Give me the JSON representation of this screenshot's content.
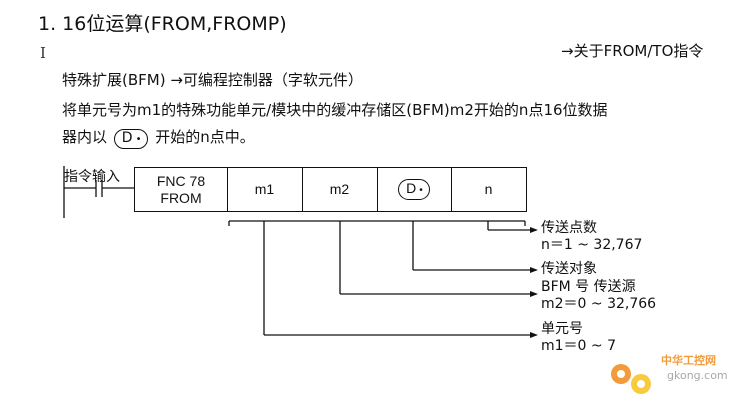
{
  "heading": {
    "title": "1. 16位运算(FROM,FROMP)",
    "reference": "→关于FROM/TO指令",
    "subtitle": "特殊扩展(BFM) →可编程控制器（字软元件）"
  },
  "description": {
    "line1": "将单元号为m1的特殊功能单元/模块中的缓冲存储区(BFM)m2开始的n点16位数据",
    "line2_before": "器内以",
    "operand_symbol": "D",
    "operand_dot": "•",
    "line2_after": "开始的n点中。"
  },
  "ladder": {
    "contact_label": "指令输入",
    "fnc_number": "FNC 78",
    "fnc_name": "FROM",
    "operands": {
      "m1": "m1",
      "m2": "m2",
      "d": "D",
      "n": "n"
    }
  },
  "annotations": {
    "n_title": "传送点数",
    "n_range": "n＝1 ~ 32,767",
    "d_title": "传送对象",
    "m2_title": "BFM 号  传送源",
    "m2_range": "m2＝0 ~ 32,766",
    "m1_title": "单元号",
    "m1_range": "m1＝0 ~ 7"
  },
  "watermark": {
    "cn": "中华工控网",
    "url": "gkong.com"
  },
  "colors": {
    "text": "#111111",
    "watermark_orange": "#f28a1a",
    "watermark_yellow": "#f6c21c"
  }
}
